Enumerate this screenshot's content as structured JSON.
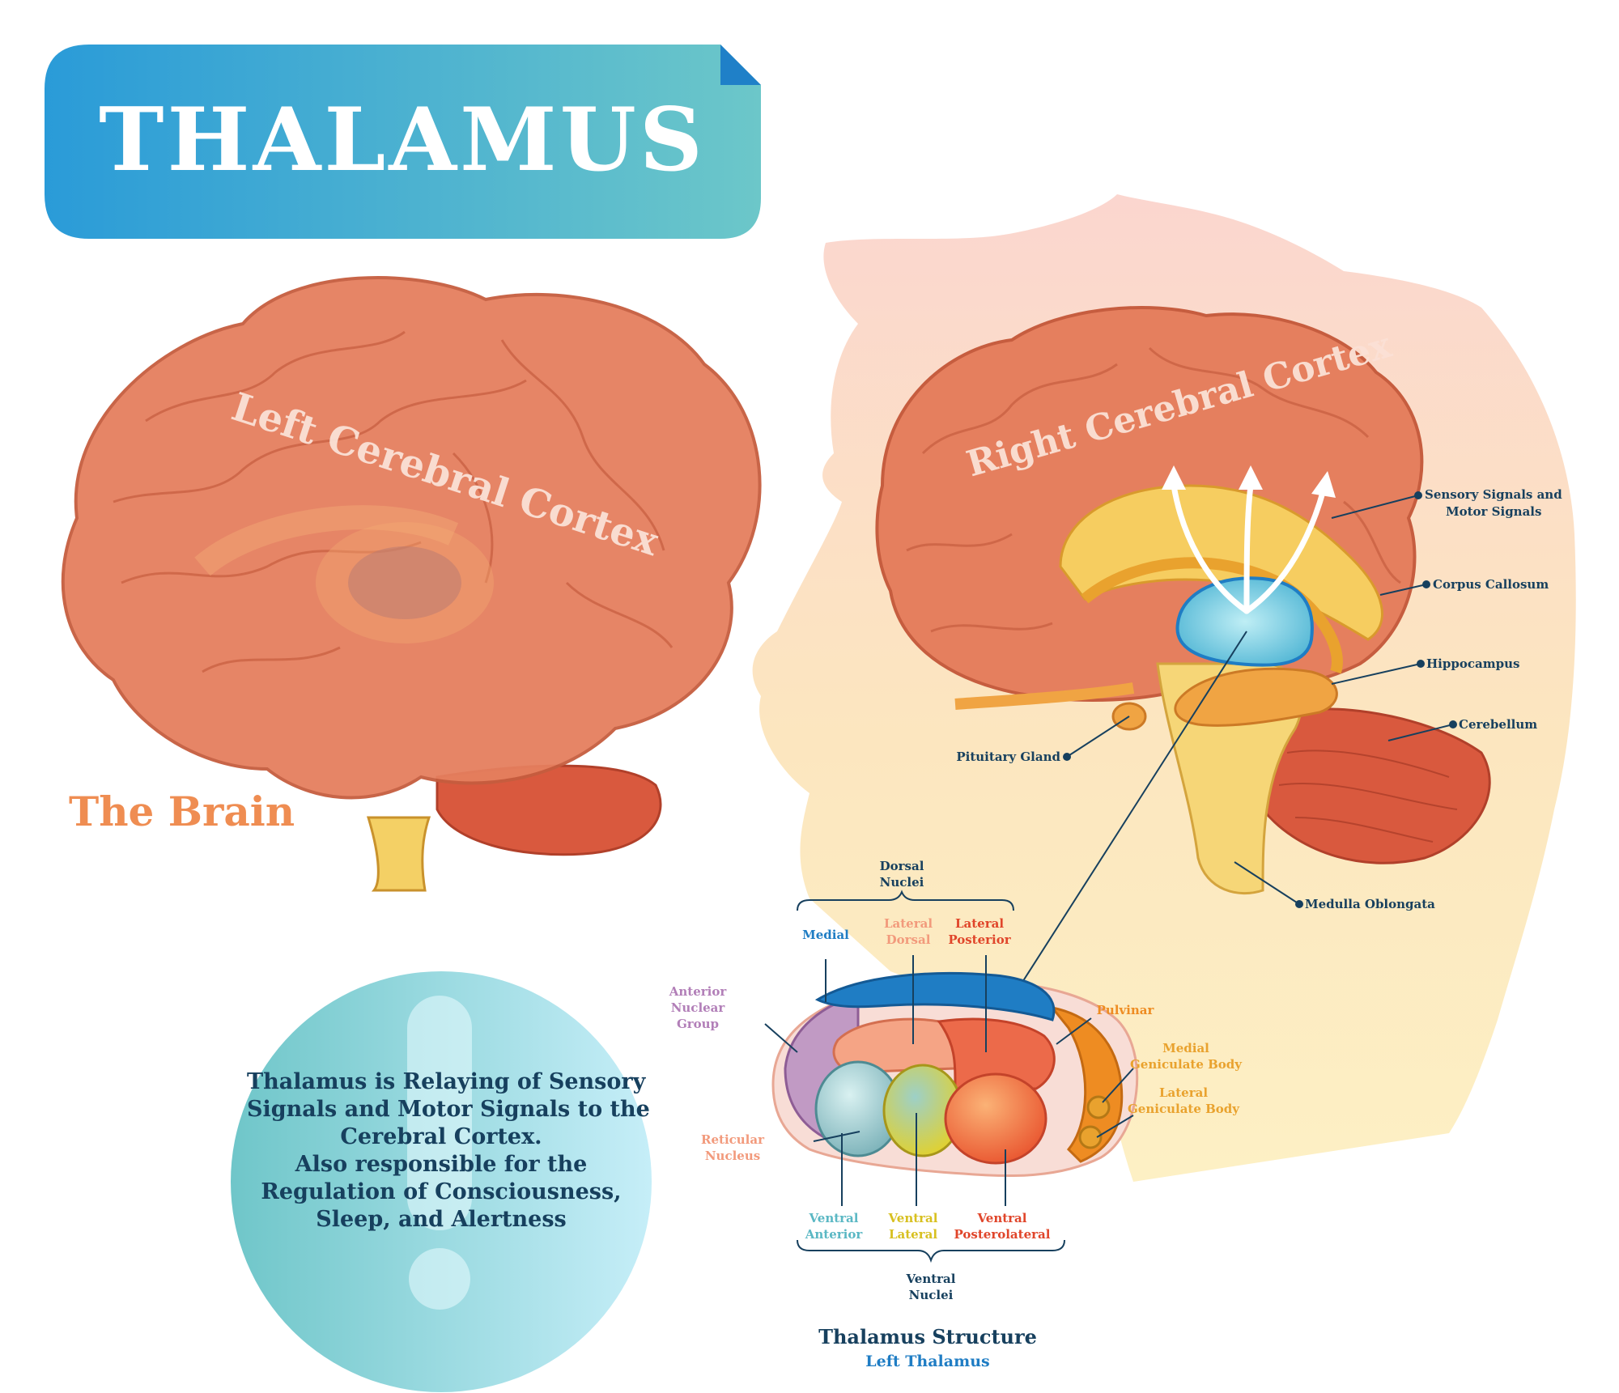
{
  "header": {
    "title": "THALAMUS"
  },
  "left_brain": {
    "cortex_label": "Left Cerebral Cortex",
    "caption": "The Brain"
  },
  "right_brain": {
    "cortex_label": "Right Cerebral Cortex",
    "labels": {
      "sensory_line1": "Sensory Signals and",
      "sensory_line2": "Motor Signals",
      "corpus_callosum": "Corpus Callosum",
      "hippocampus": "Hippocampus",
      "cerebellum": "Cerebellum",
      "pituitary": "Pituitary Gland",
      "medulla": "Medulla Oblongata"
    }
  },
  "info": {
    "lines": [
      "Thalamus is Relaying of Sensory",
      "Signals and Motor Signals to the",
      "Cerebral Cortex.",
      "Also responsible for the",
      "Regulation of Consciousness,",
      "Sleep, and Alertness"
    ]
  },
  "structure": {
    "title": "Thalamus Structure",
    "subtitle": "Left Thalamus",
    "dorsal_group": [
      "Dorsal",
      "Nuclei"
    ],
    "ventral_group": [
      "Ventral",
      "Nuclei"
    ],
    "medial": "Medial",
    "lateral_dorsal": [
      "Lateral",
      "Dorsal"
    ],
    "lateral_posterior": [
      "Lateral",
      "Posterior"
    ],
    "anterior": [
      "Anterior",
      "Nuclear",
      "Group"
    ],
    "pulvinar": "Pulvinar",
    "medial_geniculate": [
      "Medial",
      "Geniculate Body"
    ],
    "lateral_geniculate": [
      "Lateral",
      "Geniculate Body"
    ],
    "reticular": [
      "Reticular",
      "Nucleus"
    ],
    "ventral_anterior": [
      "Ventral",
      "Anterior"
    ],
    "ventral_lateral": [
      "Ventral",
      "Lateral"
    ],
    "ventral_posterolateral": [
      "Ventral",
      "Posterolateral"
    ]
  },
  "colors": {
    "title_gradient_start": "#2a9bd8",
    "title_gradient_end": "#6cc7c9",
    "brain": "#e57f5e",
    "caption_orange": "#ef8d52",
    "dark_label": "#17405e",
    "medial_blue": "#1f7dc4",
    "lateral_dorsal_salmon": "#f29a7c",
    "lateral_posterior_red": "#e0452a",
    "anterior_purple": "#b27fb8",
    "pulvinar_orange": "#ee8c22",
    "geniculate_gold": "#e9a22e",
    "ventral_anterior_teal": "#5bb8c4",
    "ventral_lateral_yellow": "#d8c020",
    "ventral_posterolateral_red": "#e0452a"
  }
}
